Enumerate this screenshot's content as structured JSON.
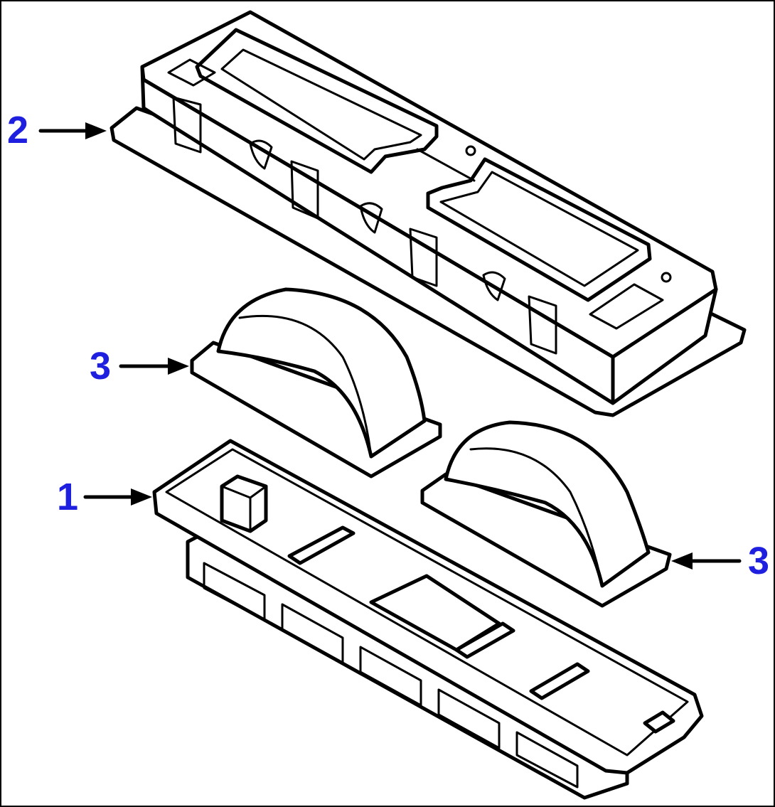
{
  "colors": {
    "callout": "#1f1fe0",
    "line": "#000000",
    "background": "#ffffff"
  },
  "callouts": [
    {
      "id": "c2",
      "label": "2",
      "part": "upper-housing"
    },
    {
      "id": "c3a",
      "label": "3",
      "part": "lens-left"
    },
    {
      "id": "c1",
      "label": "1",
      "part": "lower-housing"
    },
    {
      "id": "c3b",
      "label": "3",
      "part": "lens-right"
    }
  ]
}
